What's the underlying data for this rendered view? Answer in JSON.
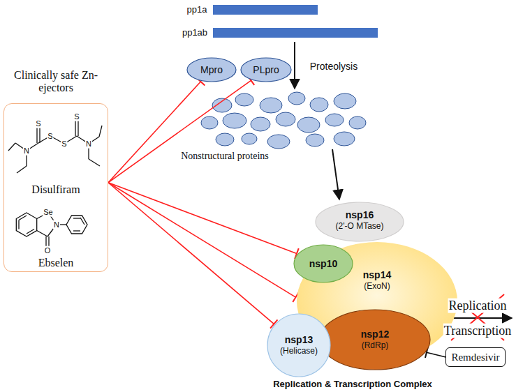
{
  "diagram": {
    "nodes": [
      {
        "text": [
          "Mpro"
        ]
      },
      {
        "text": [
          "PLpro"
        ]
      },
      {
        "text": [
          "Clinically safe Zn-ejectors"
        ]
      },
      {
        "text": [
          "nsp16",
          "(2'-O MTase)"
        ]
      },
      {
        "text": [
          "nsp10"
        ]
      },
      {
        "text": [
          "nsp14",
          "(ExoN)"
        ]
      },
      {
        "text": [
          "nsp13",
          "(Helicase)"
        ]
      },
      {
        "text": [
          "nsp12",
          "(RdRp)"
        ]
      },
      {
        "text": [
          "Remdesivir"
        ]
      }
    ],
    "edges": [
      {
        "from": 2,
        "to": 0,
        "arrow": "to"
      },
      {
        "from": 2,
        "to": 1,
        "arrow": "to"
      },
      {
        "from": 2,
        "to": 4,
        "arrow": "to"
      },
      {
        "from": 2,
        "to": 5,
        "arrow": "to"
      },
      {
        "from": 2,
        "to": 6,
        "arrow": "to"
      },
      {
        "from": 8,
        "to": 7,
        "arrow": "to"
      }
    ],
    "labels": [
      "pp1a",
      "pp1ab",
      "Proteolysis",
      "Nonstructural proteins",
      "S",
      "S",
      "S",
      "S",
      "N",
      "N",
      "Disulfiram",
      "Se",
      "N",
      "O",
      "Ebselen",
      "Replication & Transcription Complex",
      "Replication",
      "Transcription"
    ]
  }
}
